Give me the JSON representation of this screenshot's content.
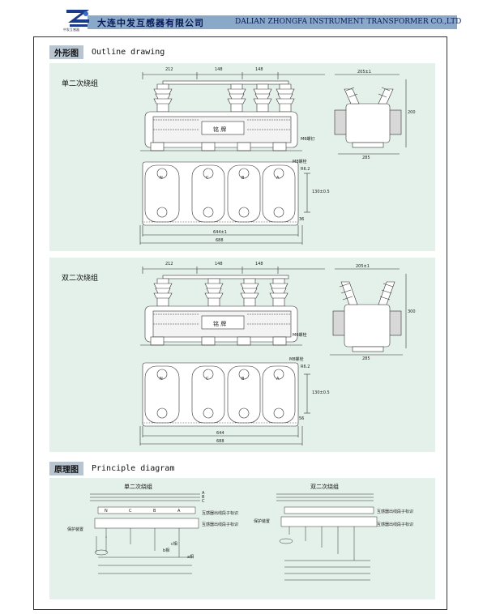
{
  "header": {
    "company_cn": "大连中发互感器有限公司",
    "company_en": "DALIAN ZHONGFA INSTRUMENT TRANSFORMER CO.,LTD",
    "logo_sub": "中发互感器"
  },
  "outline": {
    "title_cn": "外形图",
    "title_en": "Outline drawing",
    "single": {
      "label": "单二次绕组",
      "dims_top": [
        "212",
        "148",
        "148"
      ],
      "nameplate": "铭 牌",
      "m6": "M6螺钉",
      "m8": "M8螺栓",
      "r62": "R6.2",
      "h130": "130±0.5",
      "h36": "36",
      "w644": "644±1",
      "w688": "688",
      "phases": [
        "N",
        "C",
        "B",
        "A"
      ],
      "side_205": "205±1",
      "side_285": "285",
      "side_200": "200"
    },
    "double": {
      "label": "双二次绕组",
      "dims_top": [
        "212",
        "148",
        "148"
      ],
      "nameplate": "铭 牌",
      "m6": "M6螺栓",
      "m8": "M8螺栓",
      "r62": "R6.2",
      "h130": "130±0.5",
      "h56": "56",
      "w644": "644",
      "w688": "688",
      "phases": [
        "N",
        "C",
        "B",
        "A"
      ],
      "side_205": "205±1",
      "side_285": "285",
      "side_300": "300"
    }
  },
  "principle": {
    "title_cn": "原理图",
    "title_en": "Principle diagram",
    "single_label": "单二次绕组",
    "double_label": "双二次绕组",
    "buses": [
      "A",
      "B",
      "C"
    ],
    "note_primary": "互感器出线段子标识",
    "note_secondary": "互感器出线段子标识",
    "protect": "保护装置",
    "terminals": [
      "N",
      "C",
      "B",
      "A"
    ],
    "sec_labels": [
      "c相",
      "b相",
      "a相"
    ]
  }
}
